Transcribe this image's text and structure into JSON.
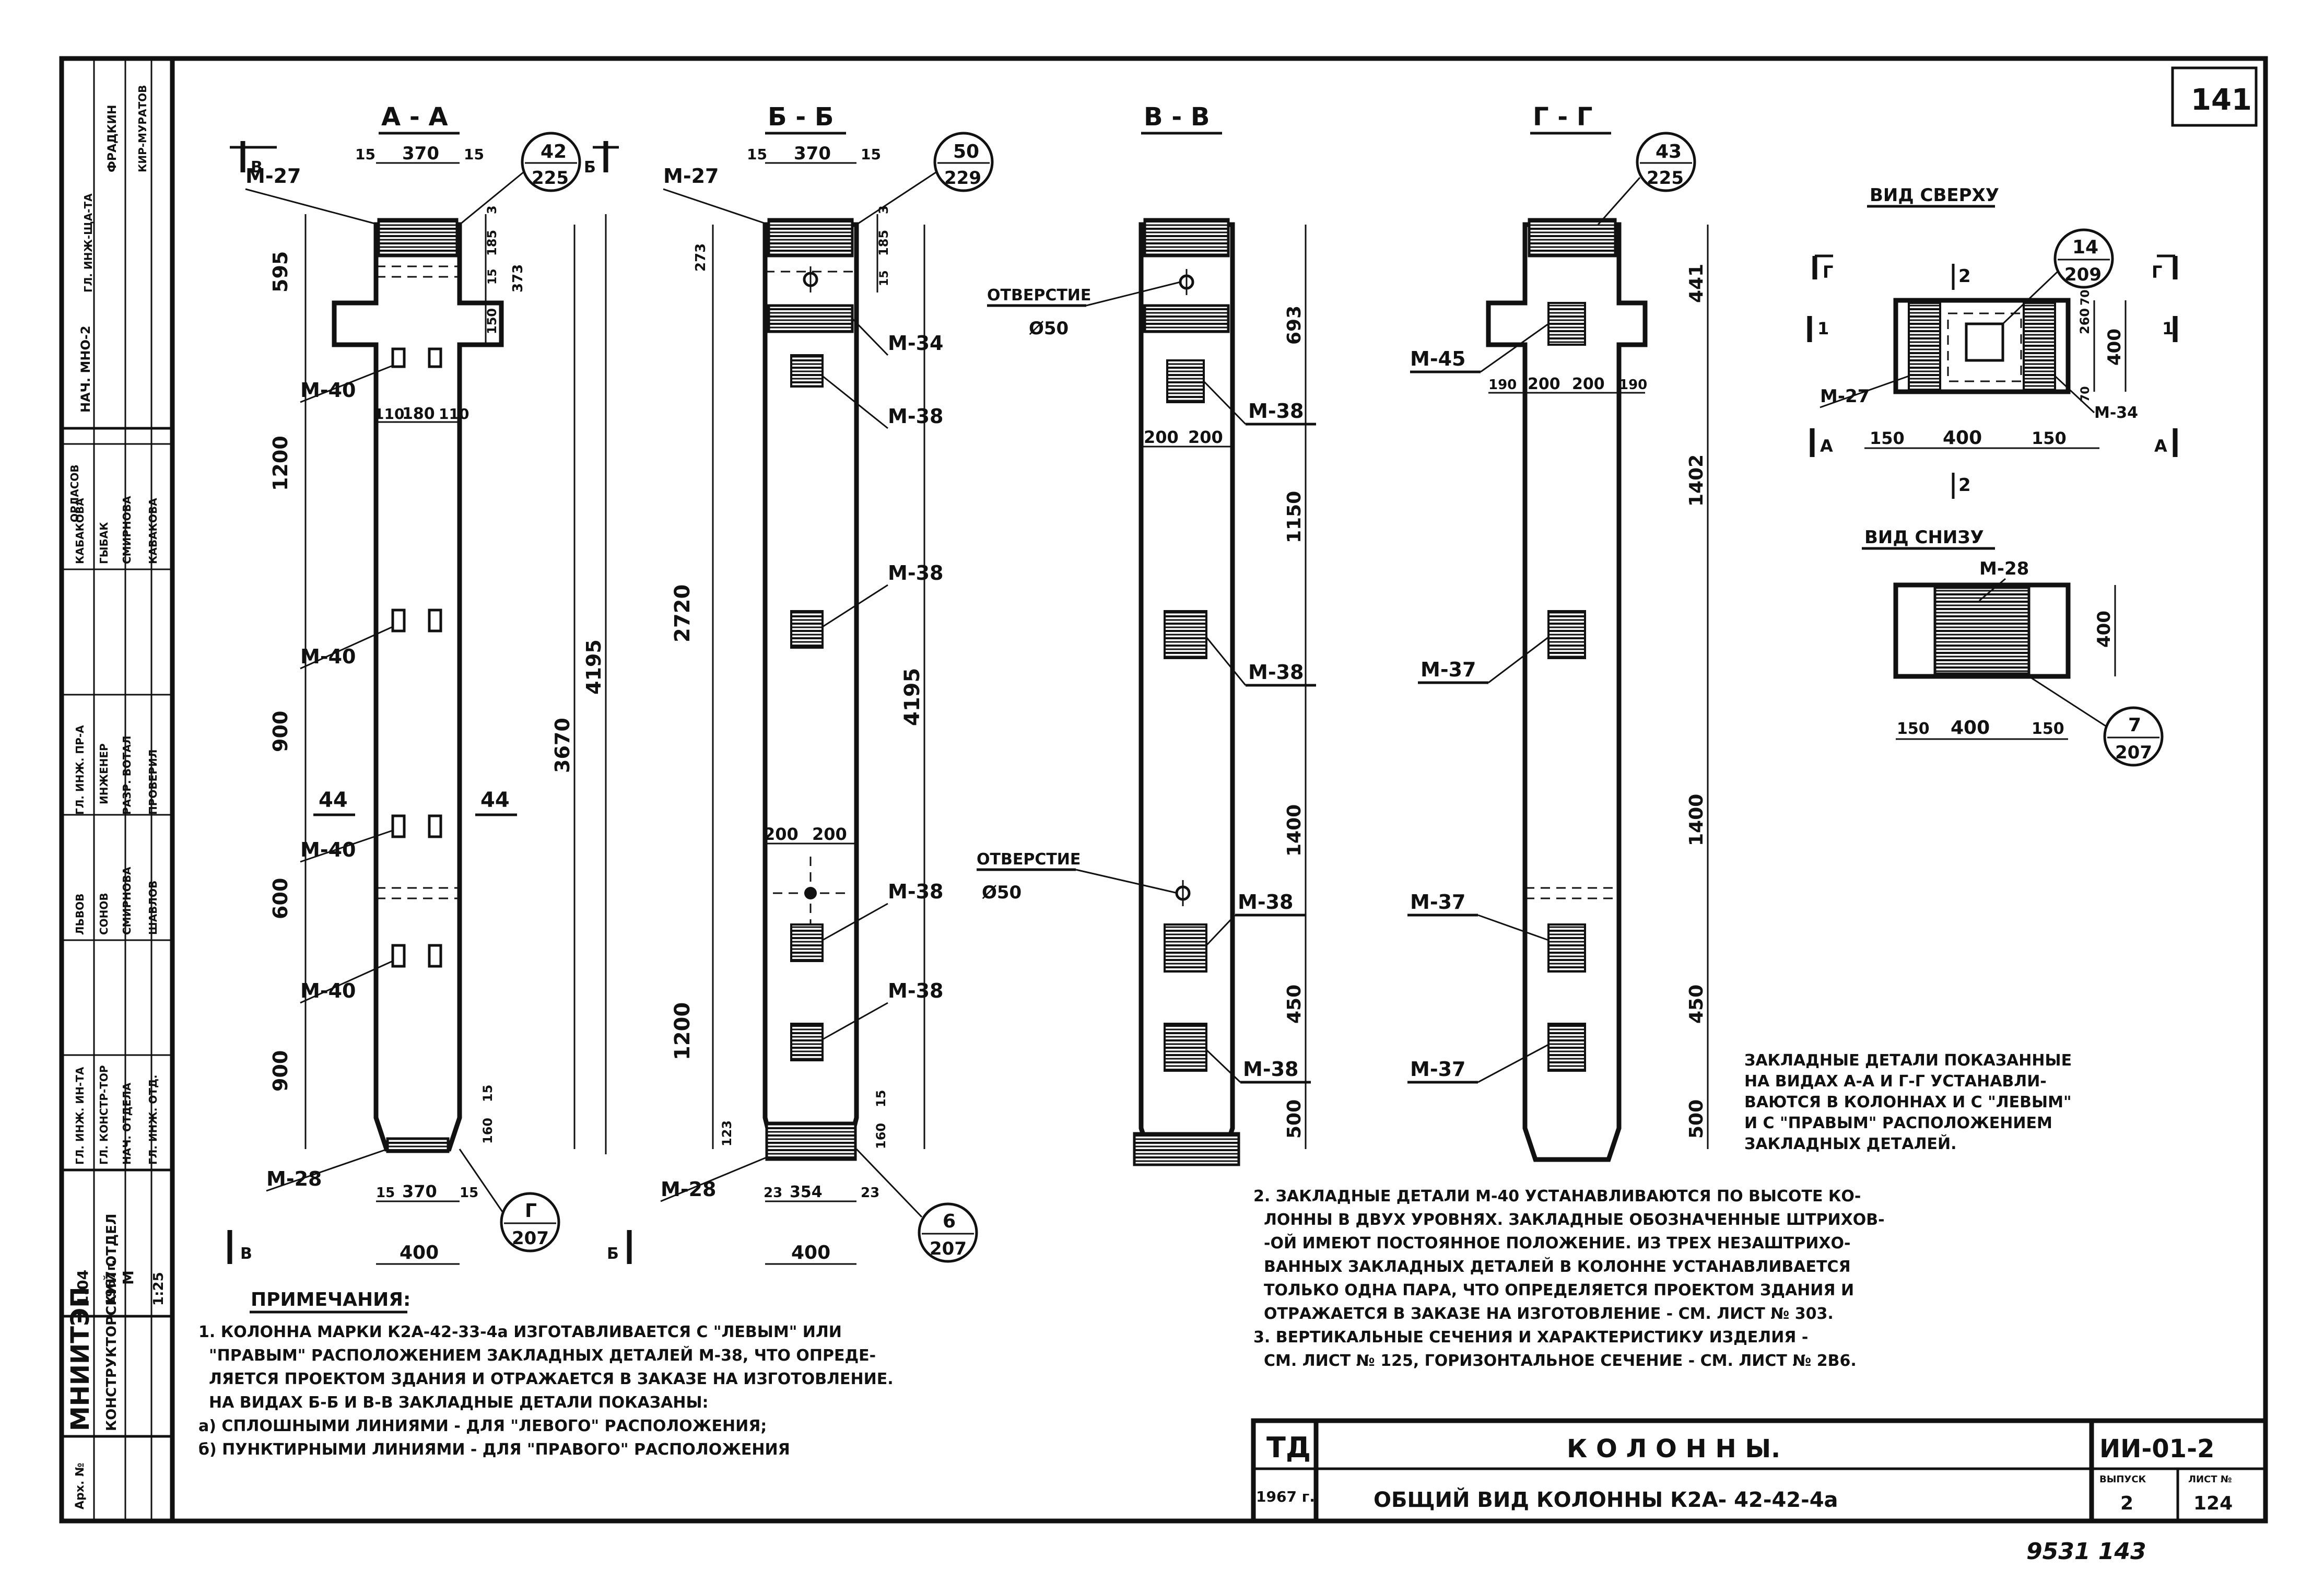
{
  "sheet_number": "141",
  "sections": {
    "aa": {
      "title": "А - А",
      "cut_left": "В",
      "cut_right": "Б",
      "cut_left_bottom": "В",
      "cut_right_bottom": "Б",
      "top_dims": [
        "15",
        "370",
        "15"
      ],
      "ref_top": {
        "num": "42",
        "den": "225"
      },
      "ref_bottom": {
        "num": "Г",
        "den": "207"
      },
      "right_dims": [
        "185",
        "3",
        "373",
        "15",
        "150"
      ],
      "left_dims": [
        "595",
        "1200",
        "900",
        "600",
        "900"
      ],
      "total_dims": [
        "3670",
        "4195"
      ],
      "width_dims": [
        "110",
        "180",
        "110"
      ],
      "bottom_dims": [
        "15",
        "370",
        "15"
      ],
      "bottom_total": "400",
      "low_dims": [
        "160",
        "15"
      ],
      "labels": [
        "М-27",
        "М-40",
        "М-40",
        "М-40",
        "М-40",
        "М-28"
      ],
      "section_mark": "44"
    },
    "bb": {
      "title": "Б - Б",
      "top_dims": [
        "15",
        "370",
        "15"
      ],
      "ref_top": {
        "num": "50",
        "den": "229"
      },
      "ref_bottom": {
        "num": "6",
        "den": "207"
      },
      "right_dims": [
        "185",
        "3",
        "15"
      ],
      "left_dims": [
        "273",
        "2720",
        "1200",
        "123"
      ],
      "total_dim": "4195",
      "mid_dims": [
        "200",
        "200"
      ],
      "bottom_dims": [
        "23",
        "354",
        "23"
      ],
      "bottom_total": "400",
      "low_dims": [
        "160",
        "15"
      ],
      "labels": [
        "М-27",
        "М-34",
        "М-38",
        "М-38",
        "М-38",
        "М-38",
        "М-28"
      ]
    },
    "vv": {
      "title": "В - В",
      "hole1": {
        "label": "ОТВЕРСТИЕ",
        "dia": "Ø50"
      },
      "hole2": {
        "label": "ОТВЕРСТИЕ",
        "dia": "Ø50"
      },
      "top_dims": [
        "200",
        "200"
      ],
      "right_dims": [
        "693",
        "1150",
        "1400",
        "450",
        "500"
      ],
      "labels": [
        "М-38",
        "М-38",
        "М-38",
        "М-38"
      ]
    },
    "gg": {
      "title": "Г - Г",
      "ref_top": {
        "num": "43",
        "den": "225"
      },
      "width_dims": [
        "190",
        "200",
        "200",
        "190"
      ],
      "right_dims": [
        "441",
        "1402",
        "1400",
        "450",
        "500"
      ],
      "labels": [
        "М-45",
        "М-37",
        "М-37",
        "М-37"
      ]
    }
  },
  "view_top": {
    "title": "ВИД СВЕРХУ",
    "ref": {
      "num": "14",
      "den": "209"
    },
    "cut_marks": [
      "Г",
      "Г",
      "1",
      "1",
      "А",
      "А",
      "2",
      "2"
    ],
    "dims_v": [
      "260",
      "70",
      "70",
      "400"
    ],
    "dims_h": [
      "150",
      "400",
      "150"
    ],
    "labels": [
      "М-27",
      "М-34"
    ]
  },
  "view_bottom": {
    "title": "ВИД СНИЗУ",
    "ref": {
      "num": "7",
      "den": "207"
    },
    "dim_v": "400",
    "dims_h": [
      "150",
      "400",
      "150"
    ],
    "label": "М-28"
  },
  "notes_title": "ПРИМЕЧАНИЯ:",
  "notes_left": [
    "1. КОЛОННА МАРКИ К2А-42-33-4а ИЗГОТАВЛИВАЕТСЯ С \"ЛЕВЫМ\" ИЛИ",
    "\"ПРАВЫМ\" РАСПОЛОЖЕНИЕМ ЗАКЛАДНЫХ ДЕТАЛЕЙ М-38, ЧТО ОПРЕДЕ-",
    "ЛЯЕТСЯ ПРОЕКТОМ ЗДАНИЯ И ОТРАЖАЕТСЯ В ЗАКАЗЕ НА ИЗГОТОВЛЕНИЕ.",
    "НА ВИДАХ Б-Б И В-В ЗАКЛАДНЫЕ ДЕТАЛИ ПОКАЗАНЫ:",
    "а) СПЛОШНЫМИ ЛИНИЯМИ - ДЛЯ \"ЛЕВОГО\" РАСПОЛОЖЕНИЯ;",
    "б) ПУНКТИРНЫМИ ЛИНИЯМИ - ДЛЯ \"ПРАВОГО\" РАСПОЛОЖЕНИЯ"
  ],
  "notes_right_a": [
    "ЗАКЛАДНЫЕ ДЕТАЛИ ПОКАЗАННЫЕ",
    "НА ВИДАХ А-А И Г-Г УСТАНАВЛИ-",
    "ВАЮТСЯ В КОЛОННАХ И С \"ЛЕВЫМ\"",
    "И С \"ПРАВЫМ\" РАСПОЛОЖЕНИЕМ",
    "ЗАКЛАДНЫХ ДЕТАЛЕЙ."
  ],
  "notes_right_b": [
    "2. ЗАКЛАДНЫЕ ДЕТАЛИ М-40 УСТАНАВЛИВАЮТСЯ ПО ВЫСОТЕ КО-",
    "ЛОННЫ В ДВУХ УРОВНЯХ. ЗАКЛАДНЫЕ ОБОЗНАЧЕННЫЕ ШТРИХОВ-",
    "-ОЙ ИМЕЮТ ПОСТОЯННОЕ ПОЛОЖЕНИЕ. ИЗ ТРЕХ НЕЗАШТРИХО-",
    "ВАННЫХ ЗАКЛАДНЫХ ДЕТАЛЕЙ В КОЛОННЕ УСТАНАВЛИВАЕТСЯ",
    "ТОЛЬКО ОДНА ПАРА, ЧТО ОПРЕДЕЛЯЕТСЯ ПРОЕКТОМ ЗДАНИЯ И",
    "ОТРАЖАЕТСЯ В ЗАКАЗЕ НА ИЗГОТОВЛЕНИЕ - СМ. ЛИСТ № 303.",
    "3. ВЕРТИКАЛЬНЫЕ СЕЧЕНИЯ И ХАРАКТЕРИСТИКУ ИЗДЕЛИЯ -",
    "СМ. ЛИСТ № 125, ГОРИЗОНТАЛЬНОЕ СЕЧЕНИЕ - СМ. ЛИСТ № 2В6."
  ],
  "title_block": {
    "td": "ТД",
    "year": "1967 г.",
    "name": "К О Л О Н Н Ы.",
    "subtitle": "ОБЩИЙ ВИД КОЛОННЫ К2А- 42-42-4а",
    "code": "ИИ-01-2",
    "vypusk_label": "ВЫПУСК",
    "vypusk": "2",
    "list_label": "ЛИСТ №",
    "list": "124"
  },
  "bottom_stamp": "9531 143",
  "side_block": {
    "org": "МНИИТЭП",
    "dept": "КОНСТРУКТОРСКИЙ ОТДЕЛ",
    "code": "1.04",
    "date": "1967г.",
    "sheet": "Арх. №",
    "scale_label": "М",
    "scale": "1:25",
    "names": [
      "ФРАДКИН",
      "КИР-МУРАТОВ",
      "КАБАКОВА",
      "ГЫБАК",
      "СМИРНОВА",
      "КАВАКОВА",
      "СОНОВ",
      "ЛЬВОВ",
      "СМИРНОВА",
      "ШАВЛОВ",
      "ОРЛАСОВ"
    ],
    "roles": [
      "НАЧ. МНО-2",
      "ГЛ. ИНЖ-ЩА-ТА",
      "ГЛ. ИНЖ. ПР-А",
      "ИНЖЕНЕР",
      "РАЗР. ВОТАЛ",
      "ПРОВЕРИЛ",
      "ГЛ. ИНЖ. ИН-ТА",
      "ГЛ. КОНСТР-ТОР",
      "НАЧ. ОТДЕЛА",
      "ГЛ. ИНЖ. ОТД."
    ]
  }
}
